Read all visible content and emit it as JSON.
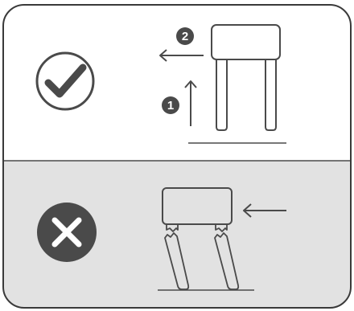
{
  "panels": [
    {
      "verdict": "correct",
      "icon": "check-circle-icon",
      "steps": [
        {
          "number": "1",
          "direction": "up",
          "icon": "arrow-up-icon"
        },
        {
          "number": "2",
          "direction": "left",
          "icon": "arrow-left-icon"
        }
      ]
    },
    {
      "verdict": "incorrect",
      "icon": "x-circle-icon",
      "push_direction": "left",
      "push_icon": "arrow-left-icon"
    }
  ],
  "colors": {
    "panel_top_bg": "#ffffff",
    "panel_bottom_bg": "#e2e2e2",
    "stroke": "#4a4a4a",
    "badge_fill": "#4a4a4a"
  }
}
